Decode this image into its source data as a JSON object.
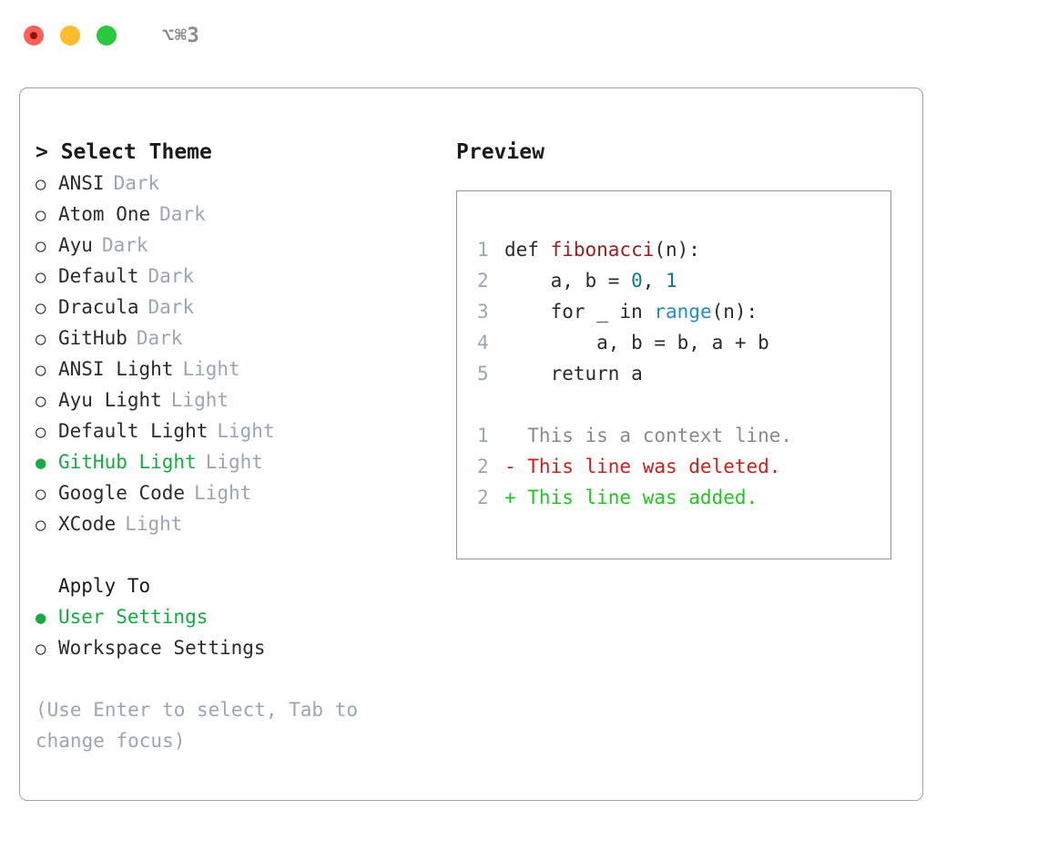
{
  "titlebar": {
    "shortcut": "⌥⌘3",
    "buttons": [
      "close",
      "minimize",
      "maximize"
    ]
  },
  "theme_panel": {
    "caret": ">",
    "title": "Select Theme",
    "title_full": "> Select Theme",
    "bullet_unselected": "○",
    "bullet_selected": "●",
    "items": [
      {
        "label": "ANSI",
        "badge": "Dark",
        "selected": false
      },
      {
        "label": "Atom One",
        "badge": "Dark",
        "selected": false
      },
      {
        "label": "Ayu",
        "badge": "Dark",
        "selected": false
      },
      {
        "label": "Default",
        "badge": "Dark",
        "selected": false
      },
      {
        "label": "Dracula",
        "badge": "Dark",
        "selected": false
      },
      {
        "label": "GitHub",
        "badge": "Dark",
        "selected": false
      },
      {
        "label": "ANSI Light",
        "badge": "Light",
        "selected": false
      },
      {
        "label": "Ayu Light",
        "badge": "Light",
        "selected": false
      },
      {
        "label": "Default Light",
        "badge": "Light",
        "selected": false
      },
      {
        "label": "GitHub Light",
        "badge": "Light",
        "selected": true
      },
      {
        "label": "Google Code",
        "badge": "Light",
        "selected": false
      },
      {
        "label": "XCode",
        "badge": "Light",
        "selected": false
      }
    ]
  },
  "apply_to": {
    "title": "Apply To",
    "options": [
      {
        "label": "User Settings",
        "selected": true
      },
      {
        "label": "Workspace Settings",
        "selected": false
      }
    ]
  },
  "hint": "(Use Enter to select, Tab to change focus)",
  "preview": {
    "title": "Preview",
    "code_lines": [
      {
        "no": "1",
        "segments": [
          {
            "text": "def ",
            "type": "plain"
          },
          {
            "text": "fibonacci",
            "type": "function"
          },
          {
            "text": "(n):",
            "type": "plain"
          }
        ]
      },
      {
        "no": "2",
        "segments": [
          {
            "text": "    a, b = ",
            "type": "plain"
          },
          {
            "text": "0",
            "type": "number"
          },
          {
            "text": ", ",
            "type": "plain"
          },
          {
            "text": "1",
            "type": "number"
          }
        ]
      },
      {
        "no": "3",
        "segments": [
          {
            "text": "    for _ in ",
            "type": "plain"
          },
          {
            "text": "range",
            "type": "call"
          },
          {
            "text": "(n):",
            "type": "plain"
          }
        ]
      },
      {
        "no": "4",
        "segments": [
          {
            "text": "        a, b = b, a + b",
            "type": "plain"
          }
        ]
      },
      {
        "no": "5",
        "segments": [
          {
            "text": "    return a",
            "type": "plain"
          }
        ]
      }
    ],
    "diff_lines": [
      {
        "no": "1",
        "marker": " ",
        "text": "  This is a context line.",
        "kind": "context"
      },
      {
        "no": "2",
        "marker": "-",
        "text": "- This line was deleted.",
        "kind": "deleted"
      },
      {
        "no": "2",
        "marker": "+",
        "text": "+ This line was added.",
        "kind": "added"
      }
    ]
  },
  "colors": {
    "accent_green": "#14ab40",
    "border": "#9aa5b5",
    "panel_border": "#8b96a8",
    "muted": "#9aa5b5",
    "text": "#2b2b2b",
    "syntax_function": "#9b1c1c",
    "syntax_number": "#0f7b7b",
    "syntax_call": "#1f8fc0",
    "diff_deleted": "#c9211e",
    "diff_added": "#22c522",
    "diff_context": "#8a8a8a",
    "dot_red": "#ff5f57",
    "dot_yellow": "#febc2e",
    "dot_green": "#28c840"
  }
}
